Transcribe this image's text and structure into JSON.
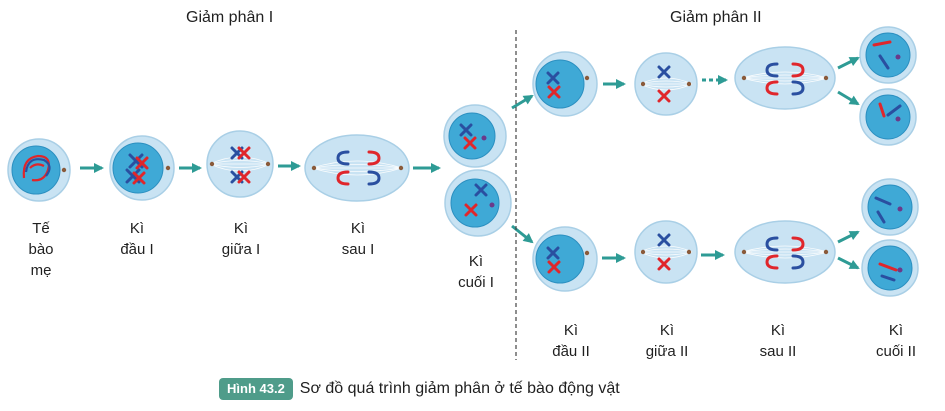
{
  "headers": {
    "meiosis1": "Giảm phân I",
    "meiosis2": "Giảm phân II"
  },
  "labels": {
    "mother": [
      "Tế",
      "bào",
      "mẹ"
    ],
    "prophase1": [
      "Kì",
      "đầu I"
    ],
    "metaphase1": [
      "Kì",
      "giữa I"
    ],
    "anaphase1": [
      "Kì",
      "sau I"
    ],
    "telophase1": [
      "Kì",
      "cuối I"
    ],
    "prophase2": [
      "Kì",
      "đầu II"
    ],
    "metaphase2": [
      "Kì",
      "giữa II"
    ],
    "anaphase2": [
      "Kì",
      "sau II"
    ],
    "telophase2": [
      "Kì",
      "cuối II"
    ]
  },
  "caption": {
    "badge": "Hình 43.2",
    "text": "Sơ đồ quá trình giảm phân ở tế bào động vật"
  },
  "colors": {
    "cell": "#c9e3f3",
    "cell_edge": "#a9cfe6",
    "nucleus": "#3fa9d6",
    "nucleus_edge": "#2b8fc0",
    "chrom_red": "#e0262b",
    "chrom_blue": "#2a4fa0",
    "arrow": "#2e9b95",
    "centrosome": "#8a5a3a",
    "divider": "#444444"
  }
}
